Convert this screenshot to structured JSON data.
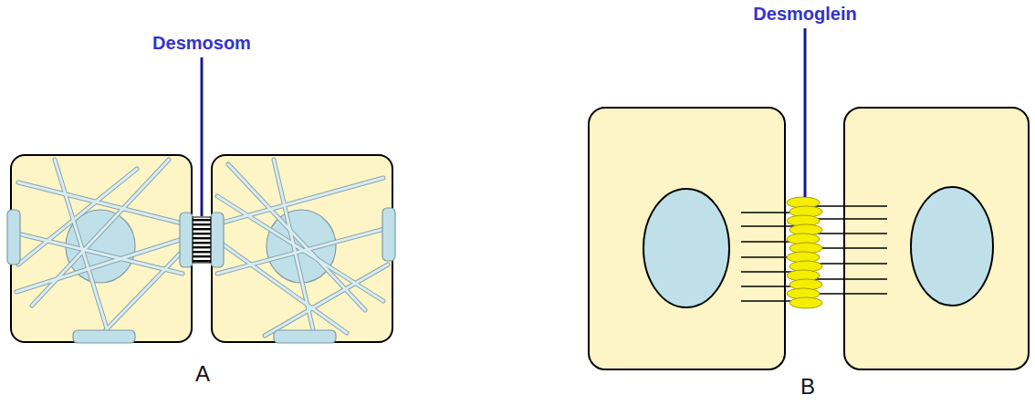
{
  "diagram": {
    "labels": [
      "Desmosom",
      "A",
      "Desmoglein",
      "B"
    ]
  }
}
